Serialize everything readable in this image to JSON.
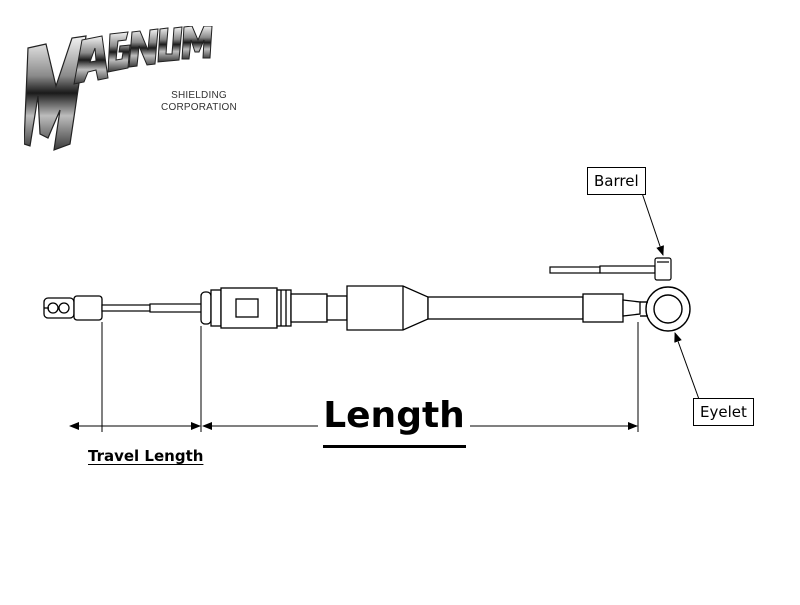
{
  "logo": {
    "brand": "MAGNUM",
    "subtitle_line1": "SHIELDING",
    "subtitle_line2": "CORPORATION"
  },
  "callouts": {
    "barrel": "Barrel",
    "eyelet": "Eyelet"
  },
  "dimensions": {
    "length_label": "Length",
    "travel_length_label": "Travel Length"
  },
  "colors": {
    "line": "#000000",
    "background": "#ffffff"
  }
}
